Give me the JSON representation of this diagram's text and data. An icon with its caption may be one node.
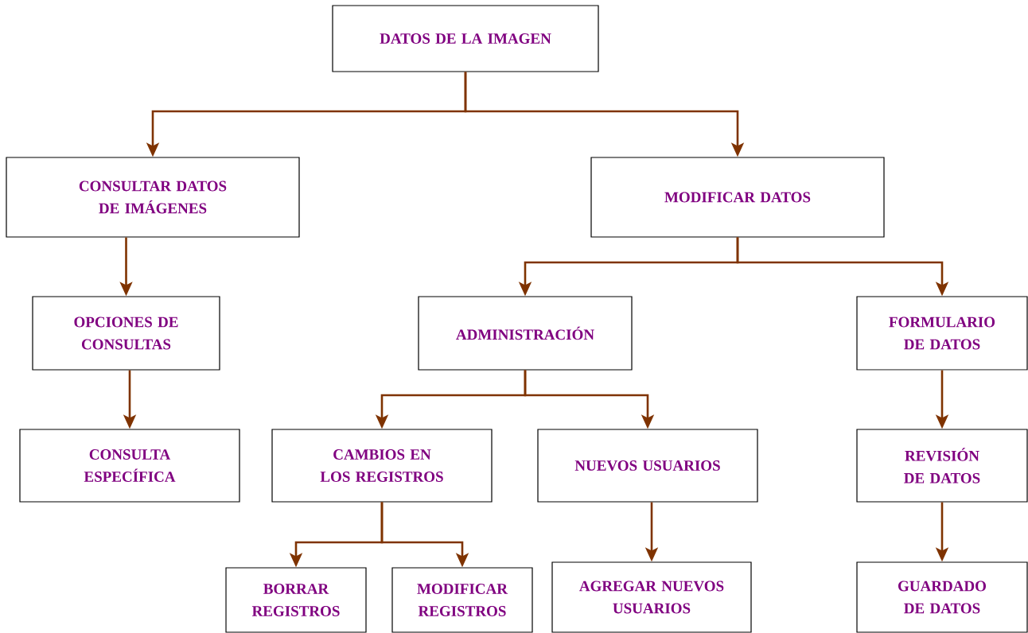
{
  "diagram": {
    "nodes": [
      {
        "text": [
          "DATOS DE LA IMAGEN"
        ]
      },
      {
        "text": [
          "CONSULTAR DATOS DE IMÁGENES"
        ]
      },
      {
        "text": [
          "MODIFICAR DATOS"
        ]
      },
      {
        "text": [
          "OPCIONES DE CONSULTAS"
        ]
      },
      {
        "text": [
          "ADMINISTRACIÓN"
        ]
      },
      {
        "text": [
          "FORMULARIO DE DATOS"
        ]
      },
      {
        "text": [
          "CONSULTA ESPECÍFICA"
        ]
      },
      {
        "text": [
          "CAMBIOS EN LOS REGISTROS"
        ]
      },
      {
        "text": [
          "NUEVOS USUARIOS"
        ]
      },
      {
        "text": [
          "REVISIÓN DE DATOS"
        ]
      },
      {
        "text": [
          "BORRAR REGISTROS"
        ]
      },
      {
        "text": [
          "MODIFICAR REGISTROS"
        ]
      },
      {
        "text": [
          "AGREGAR NUEVOS USUARIOS"
        ]
      },
      {
        "text": [
          "GUARDADO DE DATOS"
        ]
      }
    ],
    "edges": [
      {
        "from": 0,
        "to": 1,
        "arrow": "to"
      },
      {
        "from": 0,
        "to": 2,
        "arrow": "to"
      },
      {
        "from": 1,
        "to": 3,
        "arrow": "to"
      },
      {
        "from": 3,
        "to": 6,
        "arrow": "to"
      },
      {
        "from": 2,
        "to": 4,
        "arrow": "to"
      },
      {
        "from": 2,
        "to": 5,
        "arrow": "to"
      },
      {
        "from": 4,
        "to": 7,
        "arrow": "to"
      },
      {
        "from": 4,
        "to": 8,
        "arrow": "to"
      },
      {
        "from": 7,
        "to": 10,
        "arrow": "to"
      },
      {
        "from": 7,
        "to": 11,
        "arrow": "to"
      },
      {
        "from": 8,
        "to": 12,
        "arrow": "to"
      },
      {
        "from": 5,
        "to": 9,
        "arrow": "to"
      },
      {
        "from": 9,
        "to": 13,
        "arrow": "to"
      }
    ]
  }
}
